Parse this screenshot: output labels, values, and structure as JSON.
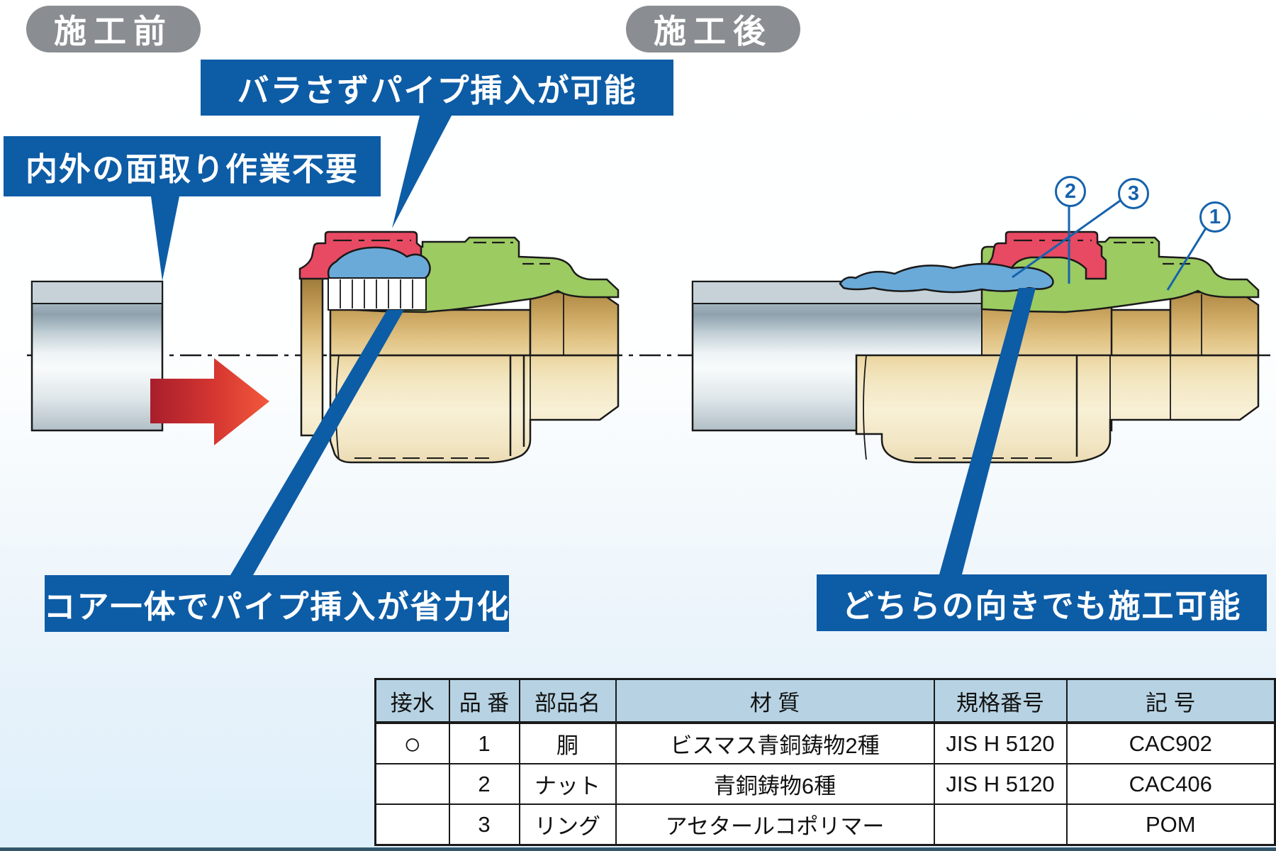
{
  "badges": {
    "before": "施工前",
    "after": "施工後"
  },
  "callouts": {
    "no_disassembly": "バラさずパイプ挿入が可能",
    "no_chamfer": "内外の面取り作業不要",
    "core_integrated": "コア一体でパイプ挿入が省力化",
    "either_direction": "どちらの向きでも施工可能"
  },
  "part_markers": [
    {
      "number": "2",
      "points_to": "ナット"
    },
    {
      "number": "3",
      "points_to": "リング"
    },
    {
      "number": "1",
      "points_to": "胴"
    }
  ],
  "diagram": {
    "state_before": "pipe outside fitting, red insertion arrow",
    "state_after": "pipe inserted into fitting",
    "colors": {
      "callout_blue": "#0d5ca6",
      "marker_blue": "#1563ac",
      "nut_red": "#e84a63",
      "body_green": "#9ccb62",
      "ring_blue": "#6aaad9",
      "brass": "#e0c283",
      "pipe_gray": "#c6d2d8",
      "arrow_red": "#d63731",
      "table_header_bg": "#b7d3e3",
      "badge_gray": "#8a8e92"
    }
  },
  "table": {
    "headers": [
      "接水",
      "品 番",
      "部品名",
      "材 質",
      "規格番号",
      "記 号"
    ],
    "rows": [
      [
        "○",
        "1",
        "胴",
        "ビスマス青銅鋳物2種",
        "JIS H 5120",
        "CAC902"
      ],
      [
        "",
        "2",
        "ナット",
        "青銅鋳物6種",
        "JIS H 5120",
        "CAC406"
      ],
      [
        "",
        "3",
        "リング",
        "アセタールコポリマー",
        "",
        "POM"
      ]
    ]
  }
}
